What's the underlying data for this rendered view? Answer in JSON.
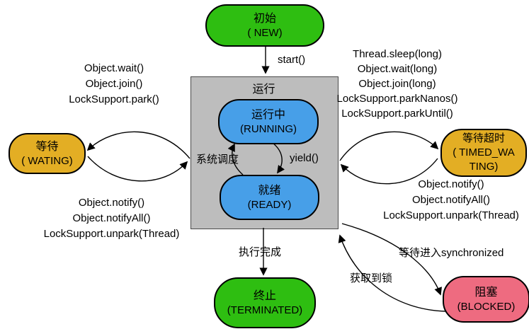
{
  "nodes": {
    "new": {
      "lines": [
        "初始",
        "( NEW)"
      ],
      "color": "#2ebe11"
    },
    "run_box": {
      "title": "运行",
      "color": "#bdbdbd"
    },
    "running": {
      "lines": [
        "运行中",
        "(RUNNING)"
      ],
      "color": "#479fe8"
    },
    "ready": {
      "lines": [
        "就绪",
        "(READY)"
      ],
      "color": "#479fe8"
    },
    "waiting": {
      "lines": [
        "等待",
        "( WATING)"
      ],
      "color": "#e3ae24"
    },
    "timed_waiting": {
      "lines": [
        "等待超时",
        "( TIMED_WA",
        "TING)"
      ],
      "color": "#e3ae24"
    },
    "terminated": {
      "lines": [
        "终止",
        "(TERMINATED)"
      ],
      "color": "#2ebe11"
    },
    "blocked": {
      "lines": [
        "阻塞",
        "(BLOCKED)"
      ],
      "color": "#ee6b80"
    }
  },
  "edge_labels": {
    "start": "start()",
    "yield": "yield()",
    "system_schedule": "系统调度",
    "execution_finished": "执行完成",
    "acquire_lock": "获取到锁",
    "wait_enter_synchronized": "等待进入synchronized"
  },
  "method_lists": {
    "running_to_waiting": [
      "Object.wait()",
      "Object.join()",
      "LockSupport.park()"
    ],
    "waiting_to_running": [
      "Object.notify()",
      "Object.notifyAll()",
      "LockSupport.unpark(Thread)"
    ],
    "running_to_timed_waiting": [
      "Thread.sleep(long)",
      "Object.wait(long)",
      "Object.join(long)",
      "LockSupport.parkNanos()",
      "LockSupport.parkUntil()"
    ],
    "timed_waiting_to_running": [
      "Object.notify()",
      "Object.notifyAll()",
      "LockSupport.unpark(Thread)"
    ]
  },
  "colors": {
    "line": "#000000",
    "background": "#ffffff",
    "box_border": "#4a4a4a"
  }
}
